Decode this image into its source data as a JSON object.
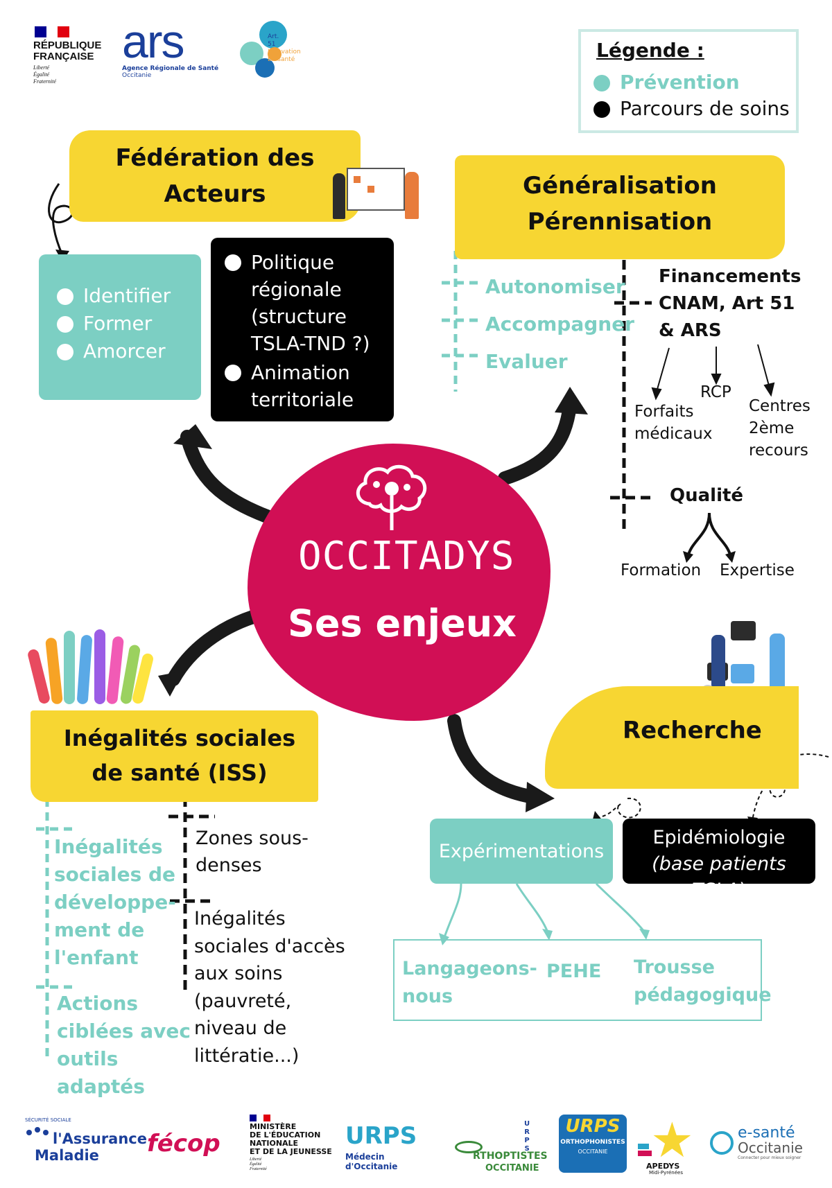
{
  "logos": {
    "republique": [
      "RÉPUBLIQUE",
      "FRANÇAISE"
    ],
    "republique_motto": [
      "Liberté",
      "Égalité",
      "Fraternité"
    ],
    "ars": "ars",
    "ars_sub1": "Agence Régionale de Santé",
    "ars_sub2": "Occitanie",
    "art51": [
      "Art.",
      "51",
      "Innovation",
      "En santé"
    ]
  },
  "legend": {
    "title": "Légende :",
    "items": [
      {
        "label": "Prévention",
        "color": "#7ccfc3"
      },
      {
        "label": "Parcours de soins",
        "color": "#000000"
      }
    ]
  },
  "center": {
    "brand": "OCCITADYS",
    "subtitle": "Ses enjeux",
    "color": "#d10f55"
  },
  "federation": {
    "title": [
      "Fédération des",
      "Acteurs"
    ],
    "prevention_items": [
      "Identifier",
      "Former",
      "Amorcer"
    ],
    "care_items": [
      [
        "Politique",
        "régionale",
        "(structure",
        "TSLA-TND ?)"
      ],
      [
        "Animation",
        "territoriale"
      ]
    ]
  },
  "generalisation": {
    "title": [
      "Généralisation",
      "Pérennisation"
    ],
    "prevention_items": [
      "Autonomiser",
      "Accompagner",
      "Evaluer"
    ],
    "funding": [
      "Financements",
      "CNAM, Art 51",
      "& ARS"
    ],
    "funding_children": {
      "forfaits": [
        "Forfaits",
        "médicaux"
      ],
      "rcp": "RCP",
      "centres": [
        "Centres",
        "2ème",
        "recours"
      ]
    },
    "quality": "Qualité",
    "quality_children": [
      "Formation",
      "Expertise"
    ]
  },
  "iss": {
    "title": [
      "Inégalités sociales",
      "de santé (ISS)"
    ],
    "prevention_items": [
      [
        "Inégalités",
        "sociales de",
        "développe-",
        "ment de",
        "l'enfant"
      ],
      [
        "Actions",
        "ciblées avec",
        "outils",
        "adaptés"
      ]
    ],
    "care_items": [
      [
        "Zones sous-",
        "denses"
      ],
      [
        "Inégalités",
        "sociales d'accès",
        "aux soins",
        "(pauvreté,",
        "niveau de",
        "littératie...)"
      ]
    ]
  },
  "recherche": {
    "title": "Recherche",
    "experimentations": "Expérimentations",
    "epidemiologie": [
      "Epidémiologie",
      "(base patients TSLA)"
    ],
    "projects": [
      [
        "Langageons-",
        "nous"
      ],
      [
        "PEHE"
      ],
      [
        "Trousse",
        "pédagogique"
      ]
    ]
  },
  "partners": {
    "assurance": [
      "l'Assurance",
      "Maladie"
    ],
    "assurance_small": "SÉCURITÉ SOCIALE",
    "fecop": "fécop",
    "ministere": [
      "MINISTÈRE",
      "DE L'ÉDUCATION",
      "NATIONALE",
      "ET DE LA JEUNESSE"
    ],
    "ministere_motto": [
      "Liberté",
      "Égalité",
      "Fraternité"
    ],
    "urps": "URPS",
    "urps_sub": "Médecin d'Occitanie",
    "orthoptistes": [
      "RTHOPTISTES",
      "OCCITANIE"
    ],
    "orthoptistes_letters": [
      "U",
      "R",
      "P",
      "S"
    ],
    "orthophonistes": [
      "URPS",
      "ORTHOPHONISTES",
      "OCCITANIE"
    ],
    "apedys": [
      "APEDYS",
      "Midi-Pyrénées"
    ],
    "esante": [
      "e-santé",
      "Occitanie",
      "Connecter pour mieux soigner"
    ]
  }
}
